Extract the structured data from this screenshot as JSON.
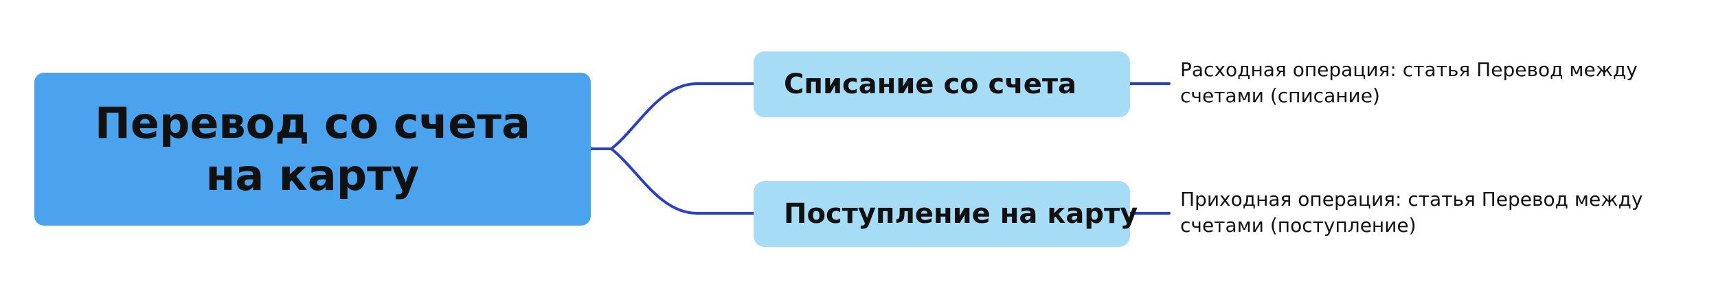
{
  "diagram": {
    "root": {
      "label": "Перевод со счета на карту"
    },
    "branches": [
      {
        "label": "Списание со счета",
        "note": "Расходная операция: статья Перевод между счетами (списание)"
      },
      {
        "label": "Поступление на карту",
        "note": "Приходная операция: статья Перевод между счетами (поступление)"
      }
    ],
    "colors": {
      "root_fill": "#4ba3ee",
      "branch_fill": "#a7dcf7",
      "connector": "#2b3fc7"
    }
  }
}
